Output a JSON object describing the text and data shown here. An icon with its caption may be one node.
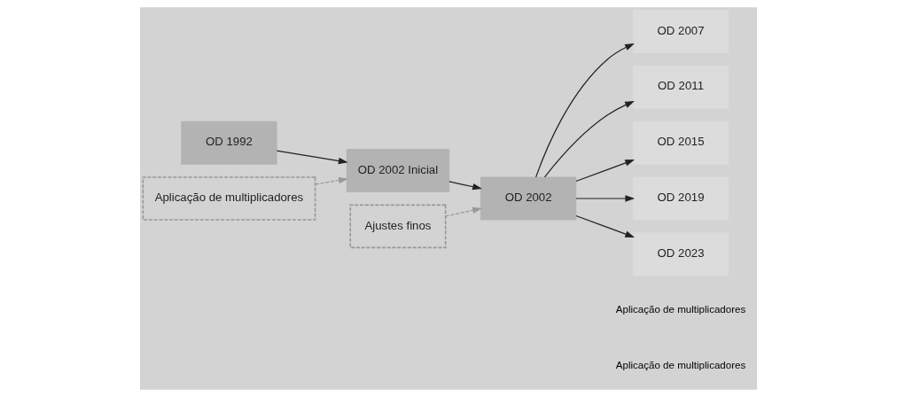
{
  "diagram": {
    "nodes": [
      {
        "text": [
          "OD 1992"
        ]
      },
      {
        "text": [
          "Aplicação de multiplicadores"
        ]
      },
      {
        "text": [
          "OD 2002 Inicial"
        ]
      },
      {
        "text": [
          "Ajustes finos"
        ]
      },
      {
        "text": [
          "OD 2002"
        ]
      },
      {
        "text": [
          "OD 2007"
        ]
      },
      {
        "text": [
          "OD 2011"
        ]
      },
      {
        "text": [
          "OD 2015"
        ]
      },
      {
        "text": [
          "OD 2019"
        ]
      },
      {
        "text": [
          "OD 2023"
        ]
      }
    ],
    "edges": [
      {
        "from": 0,
        "to": 2,
        "arrow": "to"
      },
      {
        "from": 1,
        "to": 2,
        "arrow": "to",
        "style": "dashed",
        "color": "#999999"
      },
      {
        "from": 2,
        "to": 4,
        "arrow": "to"
      },
      {
        "from": 3,
        "to": 4,
        "arrow": "to",
        "style": "dashed",
        "color": "#999999"
      },
      {
        "from": 4,
        "to": 5,
        "arrow": "to"
      },
      {
        "from": 4,
        "to": 6,
        "arrow": "to"
      },
      {
        "from": 4,
        "to": 7,
        "arrow": "to"
      },
      {
        "from": 4,
        "to": 8,
        "arrow": "to"
      },
      {
        "from": 4,
        "to": 9,
        "arrow": "to"
      }
    ],
    "labels": [
      "Aplicação de multiplicadores",
      "Aplicação de multiplicadores"
    ]
  }
}
